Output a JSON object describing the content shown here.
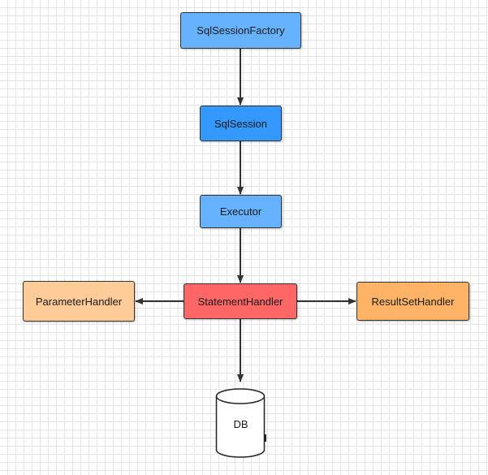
{
  "nodes": {
    "sql_session_factory": {
      "label": "SqlSessionFactory",
      "color": "#66B2FF"
    },
    "sql_session": {
      "label": "SqlSession",
      "color": "#3399FF"
    },
    "executor": {
      "label": "Executor",
      "color": "#66B2FF"
    },
    "statement_handler": {
      "label": "StatementHandler",
      "color": "#FF6666"
    },
    "parameter_handler": {
      "label": "ParameterHandler",
      "color": "#FFCC99"
    },
    "result_set_handler": {
      "label": "ResultSetHandler",
      "color": "#FFB366"
    },
    "db": {
      "label": "DB",
      "color": "#FFFFFF"
    }
  },
  "edges": [
    {
      "from": "sql_session_factory",
      "to": "sql_session"
    },
    {
      "from": "sql_session",
      "to": "executor"
    },
    {
      "from": "executor",
      "to": "statement_handler"
    },
    {
      "from": "statement_handler",
      "to": "parameter_handler"
    },
    {
      "from": "statement_handler",
      "to": "result_set_handler"
    },
    {
      "from": "statement_handler",
      "to": "db"
    }
  ],
  "colors": {
    "line": "#333333",
    "grid": "#E4E4E4"
  }
}
